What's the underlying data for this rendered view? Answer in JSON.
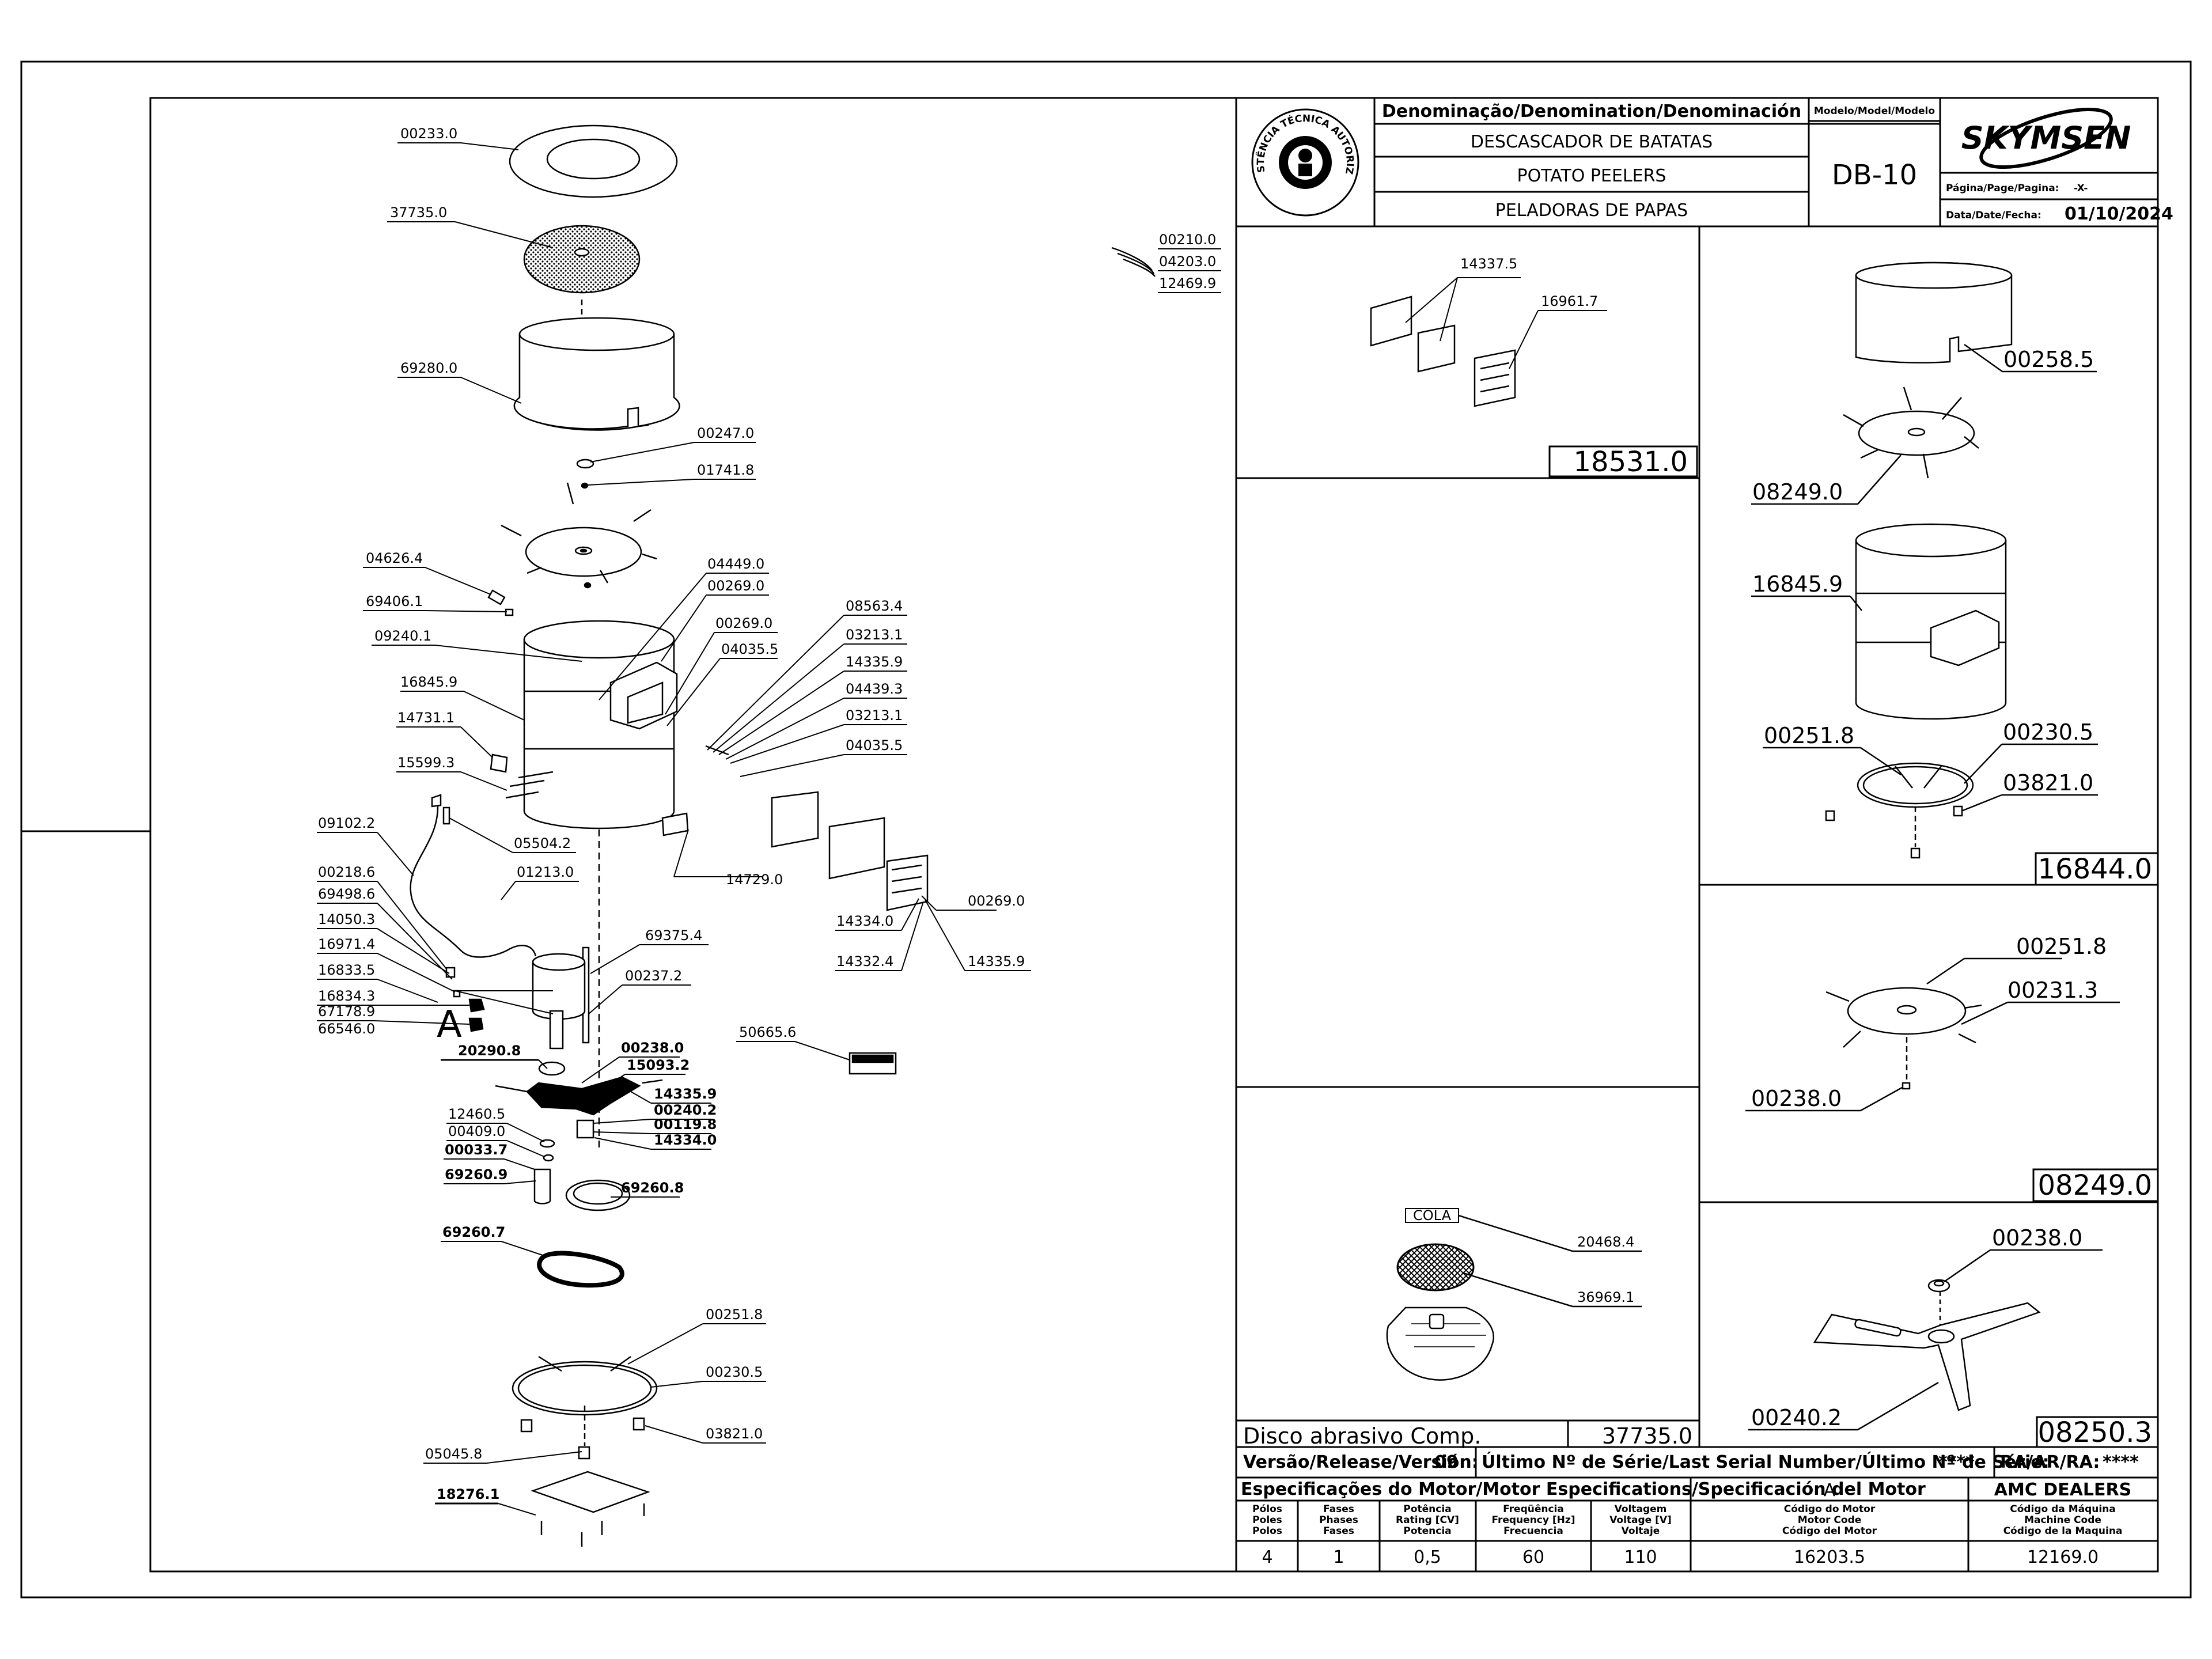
{
  "title_block": {
    "denomination_header": "Denominação/Denomination/Denominación",
    "names": [
      "DESCASCADOR DE BATATAS",
      "POTATO PEELERS",
      "PELADORAS DE PAPAS"
    ],
    "model_header": "Modelo/Model/Modelo",
    "model": "DB-10",
    "brand": "SKYMSEN",
    "page_label": "Página/Page/Pagina:",
    "page_value": "-X-",
    "date_label": "Data/Date/Fecha:",
    "date_value": "01/10/2024",
    "seal_text": "ASSISTÊNCIA TÉCNICA AUTORIZADA"
  },
  "footer": {
    "version_label": "Versão/Release/Versión:",
    "version_value": "09",
    "serial_label": "Último Nº de Série/Last Serial Number/Último Nº de Série:",
    "serial_value": "****",
    "ra_label": "RA/AR/RA:",
    "ra_value": "****",
    "motor_spec_label": "Especificações do Motor/Motor Especifications/Specificación del Motor",
    "motor_letter": "A",
    "dealer": "AMC DEALERS",
    "col_headers": [
      [
        "Pólos",
        "Poles",
        "Polos"
      ],
      [
        "Fases",
        "Phases",
        "Fases"
      ],
      [
        "Potência",
        "Rating [CV]",
        "Potencia"
      ],
      [
        "Freqüência",
        "Frequency [Hz]",
        "Frecuencia"
      ],
      [
        "Voltagem",
        "Voltage [V]",
        "Voltaje"
      ],
      [
        "Código do Motor",
        "Motor Code",
        "Código del Motor"
      ],
      [
        "Código da Máquina",
        "Machine Code",
        "Código de la Maquina"
      ]
    ],
    "values": [
      "4",
      "1",
      "0,5",
      "60",
      "110",
      "16203.5",
      "12169.0"
    ]
  },
  "main_parts": [
    "00233.0",
    "37735.0",
    "69280.0",
    "00247.0",
    "01741.8",
    "04626.4",
    "69406.1",
    "04449.0",
    "00269.0",
    "09240.1",
    "00269.0",
    "04035.5",
    "08563.4",
    "03213.1",
    "14335.9",
    "04439.3",
    "03213.1",
    "04035.5",
    "16845.9",
    "14731.1",
    "15599.3",
    "09102.2",
    "05504.2",
    "00218.6",
    "01213.0",
    "69498.6",
    "14050.3",
    "16971.4",
    "16833.5",
    "16834.3",
    "67178.9",
    "66546.0",
    "69375.4",
    "00237.2",
    "14729.0",
    "14334.0",
    "14332.4",
    "00269.0",
    "14335.9",
    "50665.6",
    "20290.8",
    "00238.0",
    "15093.2",
    "14335.9",
    "00240.2",
    "00119.8",
    "14334.0",
    "12460.5",
    "00409.0",
    "00033.7",
    "69260.9",
    "69260.8",
    "69260.7",
    "00251.8",
    "00230.5",
    "03821.0",
    "05045.8",
    "18276.1"
  ],
  "side_labels": [
    "00210.0",
    "04203.0",
    "12469.9"
  ],
  "motor_marker": "A",
  "subassemblies": {
    "s18531": {
      "code": "18531.0",
      "parts": [
        "14337.5",
        "16961.7"
      ]
    },
    "s16844": {
      "code": "16844.0",
      "parts": [
        "00258.5",
        "08249.0",
        "16845.9",
        "00251.8",
        "00230.5",
        "03821.0"
      ]
    },
    "s08249": {
      "code": "08249.0",
      "parts": [
        "00251.8",
        "00231.3",
        "00238.0"
      ]
    },
    "s08250": {
      "code": "08250.3",
      "parts": [
        "00238.0",
        "00240.2"
      ]
    },
    "s37735": {
      "title": "Disco abrasivo Comp.",
      "code": "37735.0",
      "cola": "COLA",
      "parts": [
        "20468.4",
        "36969.1"
      ]
    }
  }
}
